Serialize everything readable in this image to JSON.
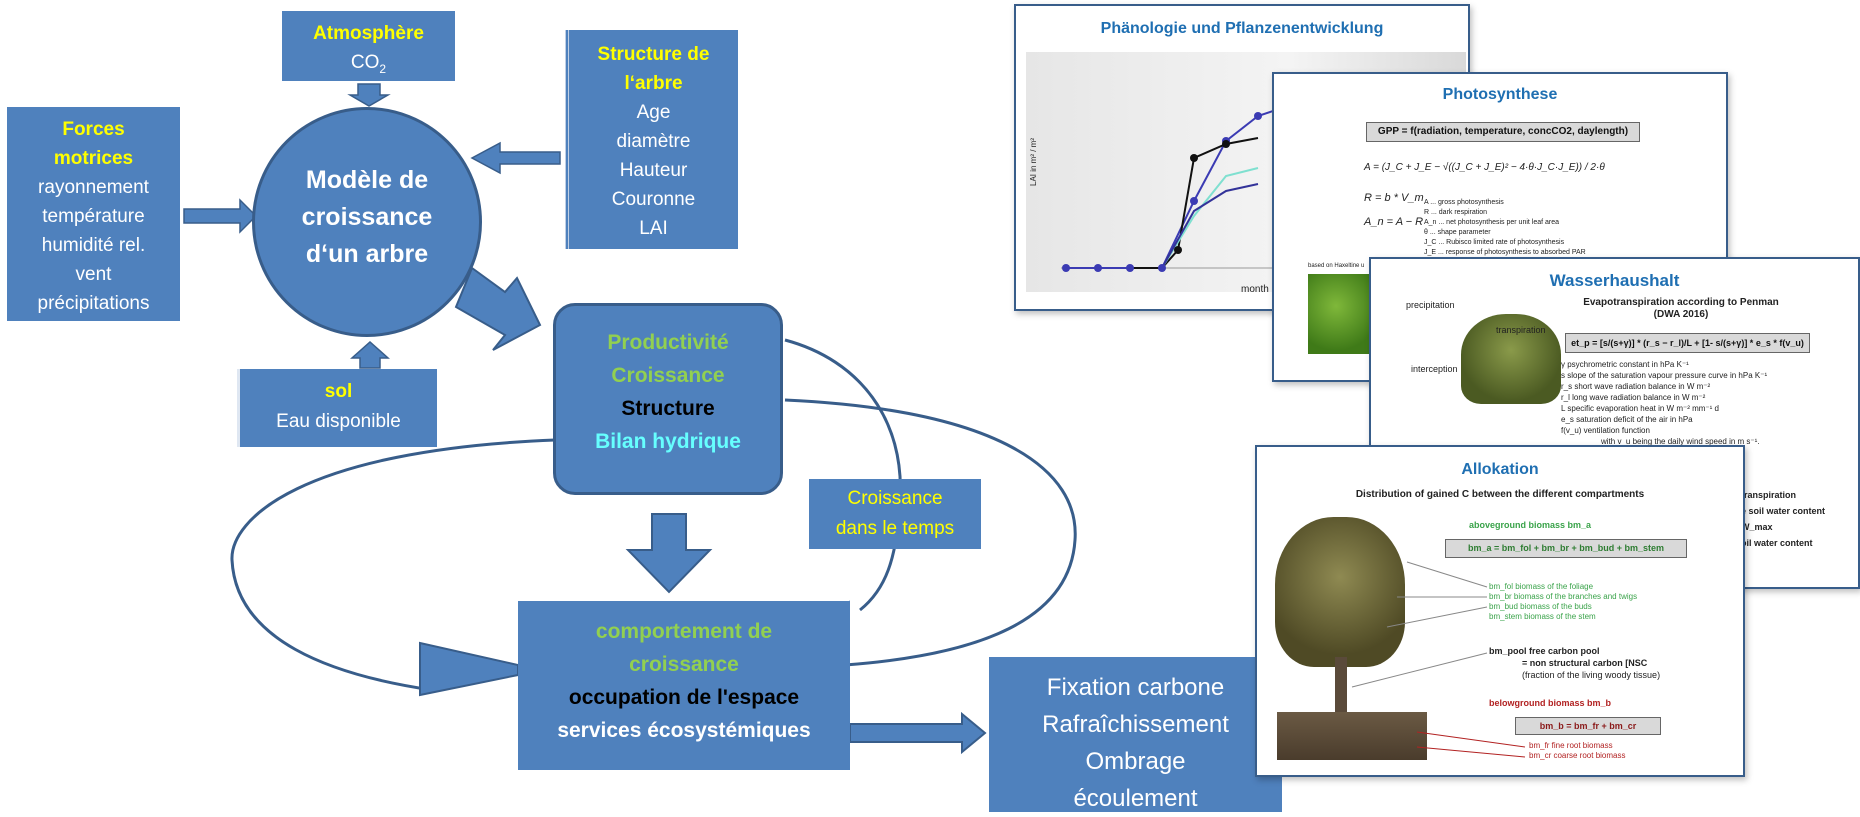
{
  "atmosphere": {
    "title": "Atmosphère",
    "co2": "CO",
    "co2_sub": "2"
  },
  "structure": {
    "title1": "Structure de",
    "title2": "l‘arbre",
    "items": [
      "Age",
      "diamètre",
      "Hauteur",
      "Couronne",
      "LAI"
    ]
  },
  "forces": {
    "title1": "Forces",
    "title2": "motrices",
    "items": [
      "rayonnement",
      "température",
      "humidité rel.",
      "vent",
      "précipitations"
    ]
  },
  "model": {
    "line1": "Modèle de",
    "line2": "croissance",
    "line3": "d‘un arbre"
  },
  "sol": {
    "title": "sol",
    "sub": "Eau disponible"
  },
  "productivity": {
    "line1": "Productivité",
    "line2": "Croissance",
    "line3": "Structure",
    "line4": "Bilan hydrique"
  },
  "time_growth": {
    "line1": "Croissance",
    "line2": "dans le temps"
  },
  "behavior": {
    "line1": "comportement de",
    "line2": "croissance",
    "line3": "occupation de l'espace",
    "line4": "services écosystémiques"
  },
  "services": {
    "items": [
      "Fixation carbone",
      "Rafraîchissement",
      "Ombrage",
      "écoulement"
    ]
  },
  "colors": {
    "box": "#4F81BD",
    "yellow": "#FFFF00",
    "green": "#92D050",
    "cyan": "#66FFFF",
    "panel_title": "#1F6FB2"
  },
  "panels": {
    "phenology": {
      "title": "Phänologie und Pflanzenentwicklung",
      "ylabel": "LAI in m² / m²",
      "xlabel": "month"
    },
    "photosynthesis": {
      "title": "Photosynthese",
      "formula": "GPP = f(radiation, temperature, concCO2, daylength)",
      "eq1": "A = (J_C + J_E − √((J_C + J_E)² − 4·θ·J_C·J_E)) / 2·θ",
      "eq2": "R = b * V_m",
      "eq3": "A_n = A − R",
      "legend": [
        "A ... gross photosynthesis",
        "R ... dark respiration",
        "A_n ... net photosynthesis per unit leaf area",
        "θ ... shape parameter",
        "J_C ... Rubisco limited rate of photosynthesis",
        "J_E ... response of photosynthesis to absorbed PAR"
      ],
      "note": "based on Haxeltine u"
    },
    "water": {
      "title": "Wasserhaushalt",
      "subtitle1": "Evapotranspiration according to Penman",
      "subtitle2": "(DWA 2016)",
      "formula": "et_p = [s/(s+γ)] * (r_s − r_l)/L + [1- s/(s+γ)] * e_s * f(v_u)",
      "labels": [
        "precipitation",
        "transpiration",
        "interception"
      ],
      "legend": [
        "γ  psychrometric constant in hPa K⁻¹",
        "s  slope of the saturation vapour pressure curve in hPa K⁻¹",
        "r_s  short wave radiation balance in W m⁻²",
        "r_l  long wave radiation balance in W m⁻²",
        "L  specific evaporation heat in W m⁻² mm⁻¹ d",
        "e_s  saturation deficit of the air in hPa",
        "f(v_u)  ventilation function",
        "with v_u being the daily wind speed in m s⁻¹."
      ],
      "right_text": [
        "transpiration",
        "e soil water content",
        "W_max",
        "oil water content"
      ]
    },
    "allocation": {
      "title": "Allokation",
      "subtitle": "Distribution of gained C between the different compartments",
      "above": "aboveground biomass bm_a",
      "above_formula": "bm_a = bm_fol + bm_br + bm_bud + bm_stem",
      "above_items": [
        "bm_fol   biomass of the foliage",
        "bm_br   biomass of the branches and twigs",
        "bm_bud   biomass of the buds",
        "bm_stem   biomass of the stem"
      ],
      "pool1": "bm_pool   free carbon pool",
      "pool2": "= non structural carbon [NSC",
      "pool3": "(fraction of the living woody tissue)",
      "below": "belowground biomass bm_b",
      "below_formula": "bm_b = bm_fr + bm_cr",
      "below_items": [
        "bm_fr   fine root biomass",
        "bm_cr   coarse root biomass"
      ]
    }
  }
}
